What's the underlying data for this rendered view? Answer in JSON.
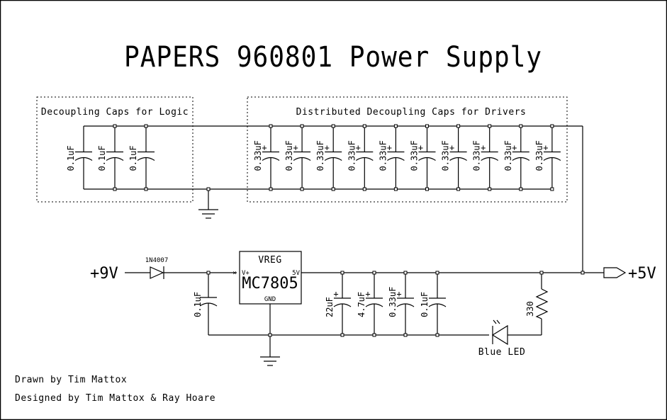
{
  "title": "PAPERS 960801 Power Supply",
  "groups": {
    "logic": {
      "label": "Decoupling Caps for Logic"
    },
    "drivers": {
      "label": "Distributed Decoupling Caps for Drivers"
    }
  },
  "logic_caps": [
    {
      "value": "0.1uF",
      "polarized": false
    },
    {
      "value": "0.1uF",
      "polarized": false
    },
    {
      "value": "0.1uF",
      "polarized": false
    }
  ],
  "driver_caps": [
    {
      "value": "0.33uF",
      "polarized": true
    },
    {
      "value": "0.33uF",
      "polarized": true
    },
    {
      "value": "0.33uF",
      "polarized": true
    },
    {
      "value": "0.33uF",
      "polarized": true
    },
    {
      "value": "0.33uF",
      "polarized": true
    },
    {
      "value": "0.33uF",
      "polarized": true
    },
    {
      "value": "0.33uF",
      "polarized": true
    },
    {
      "value": "0.33uF",
      "polarized": true
    },
    {
      "value": "0.33uF",
      "polarized": true
    },
    {
      "value": "0.33uF",
      "polarized": true
    }
  ],
  "input": {
    "label": "+9V"
  },
  "diode": {
    "part": "1N4007"
  },
  "input_cap": {
    "value": "0.1uF"
  },
  "regulator": {
    "name": "VREG",
    "part": "MC7805",
    "pin_in": "V+",
    "pin_out": "5V",
    "pin_gnd": "GND"
  },
  "output_caps": [
    {
      "value": "22uF",
      "polarized": true
    },
    {
      "value": "4.7uF",
      "polarized": true
    },
    {
      "value": "0.33uF",
      "polarized": true
    },
    {
      "value": "0.1uF",
      "polarized": false
    }
  ],
  "resistor": {
    "value": "330"
  },
  "led": {
    "label": "Blue LED"
  },
  "output": {
    "label": "+5V"
  },
  "credits": {
    "drawn_by": "Drawn by Tim Mattox",
    "designed_by": "Designed by Tim Mattox & Ray Hoare"
  }
}
